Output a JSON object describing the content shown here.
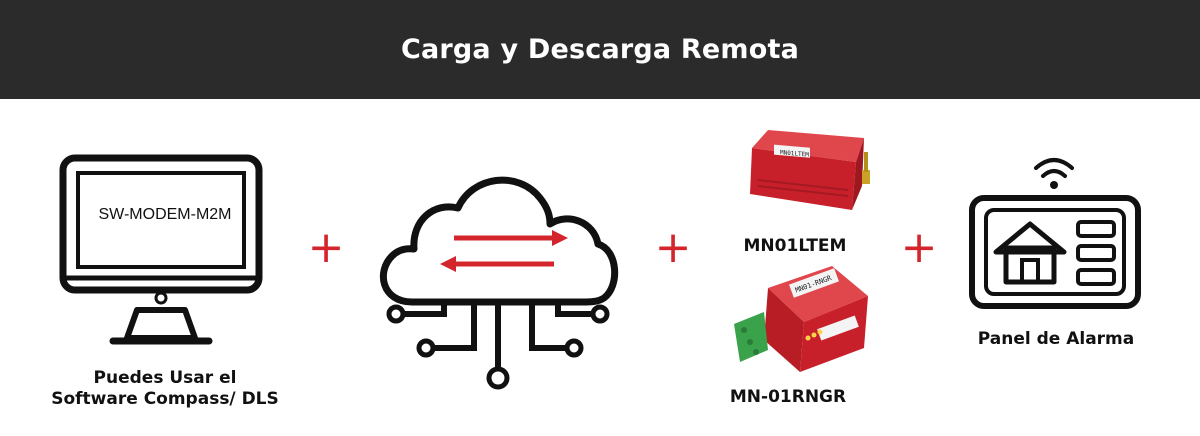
{
  "header": {
    "title": "Carga y Descarga Remota"
  },
  "computer": {
    "screen_text": "SW-MODEM-M2M",
    "caption_line1": "Puedes Usar el",
    "caption_line2": "Software Compass/ DLS"
  },
  "modems": {
    "top_label": "MN01LTEM",
    "bottom_label": "MN-01RNGR",
    "top_device_text": "MN01LTEM",
    "bottom_device_text": "MN01-RNGR"
  },
  "panel": {
    "caption": "Panel de Alarma"
  },
  "connectors": {
    "plus": "+"
  },
  "colors": {
    "header_bg": "#2b2b2b",
    "accent": "#d3252b",
    "stroke": "#111111",
    "device_red": "#c8202a",
    "terminal_green": "#3aa24a"
  },
  "icons": [
    "computer-monitor-icon",
    "cloud-network-icon",
    "wifi-icon",
    "home-icon",
    "exchange-arrows-icon"
  ]
}
